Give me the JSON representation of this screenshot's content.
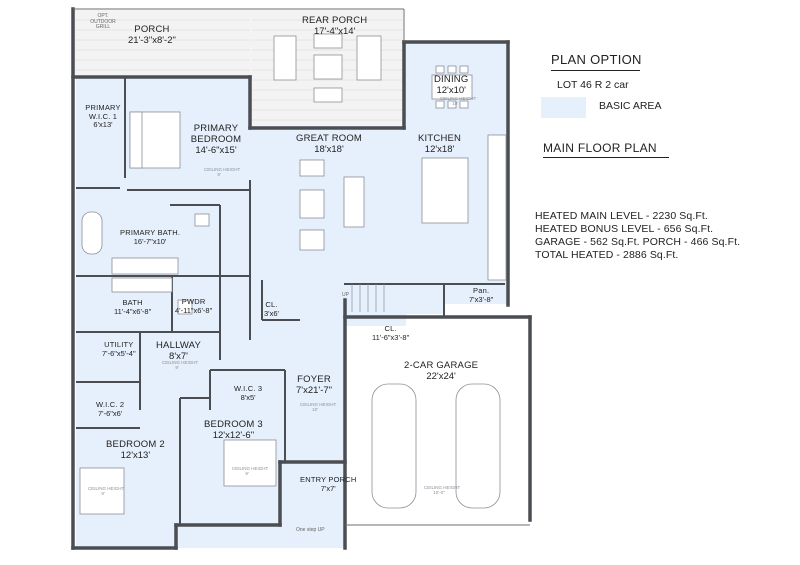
{
  "legend": {
    "plan_option": "PLAN OPTION",
    "lot": "LOT 46 R 2 car",
    "basic_area": "BASIC AREA",
    "basic_area_color": "#e6effc",
    "main_floor_plan": "MAIN FLOOR PLAN"
  },
  "stats": [
    "HEATED MAIN LEVEL - 2230 Sq.Ft.",
    "HEATED BONUS LEVEL - 656 Sq.Ft.",
    "GARAGE - 562 Sq.Ft. PORCH - 466 Sq.Ft.",
    "TOTAL HEATED - 2886 Sq.Ft."
  ],
  "colors": {
    "wall": "#4a4d52",
    "heated": "#e6effc",
    "unheated": "#ffffff",
    "porch_deck": "#f4f4f4"
  },
  "rooms": {
    "porch": {
      "name": "PORCH",
      "dims": "21'-3\"x8'-2\""
    },
    "rear_porch": {
      "name": "REAR PORCH",
      "dims": "17'-4\"x14'"
    },
    "primary_wic": {
      "name": "PRIMARY W.I.C. 1",
      "dims": "6'x13'"
    },
    "primary_bedroom": {
      "name": "PRIMARY BEDROOM",
      "dims": "14'-6\"x15'"
    },
    "great_room": {
      "name": "GREAT ROOM",
      "dims": "18'x18'"
    },
    "dining": {
      "name": "DINING",
      "dims": "12'x10'"
    },
    "kitchen": {
      "name": "KITCHEN",
      "dims": "12'x18'"
    },
    "primary_bath": {
      "name": "PRIMARY BATH.",
      "dims": "16'-7\"x10'"
    },
    "bath": {
      "name": "BATH",
      "dims": "11'-4\"x6'-8\""
    },
    "pwdr": {
      "name": "PWDR",
      "dims": "4'-11\"x6'-8\""
    },
    "cl_hall": {
      "name": "CL.",
      "dims": "3'x6'"
    },
    "pan": {
      "name": "Pan.",
      "dims": "7'x3'-8\""
    },
    "cl_stair": {
      "name": "CL.",
      "dims": "11'-6\"x3'-8\""
    },
    "utility": {
      "name": "UTILITY",
      "dims": "7'-6\"x5'-4\""
    },
    "hallway": {
      "name": "HALLWAY",
      "dims": "8'x7'"
    },
    "wic2": {
      "name": "W.I.C. 2",
      "dims": "7'-6\"x6'"
    },
    "wic3": {
      "name": "W.I.C. 3",
      "dims": "8'x5'"
    },
    "foyer": {
      "name": "FOYER",
      "dims": "7'x21'-7\""
    },
    "garage": {
      "name": "2-CAR GARAGE",
      "dims": "22'x24'"
    },
    "bedroom3": {
      "name": "BEDROOM 3",
      "dims": "12'x12'-6\""
    },
    "bedroom2": {
      "name": "BEDROOM 2",
      "dims": "12'x13'"
    },
    "entry_porch": {
      "name": "ENTRY PORCH",
      "dims": "7'x7'"
    }
  },
  "ceiling": {
    "label": "CEILING HEIGHT",
    "h9": "9'",
    "h10": "10'",
    "h10_0": "10'-0\""
  },
  "notes": {
    "grill": "OPT. OUTDOOR GRILL",
    "step": "One step UP",
    "up": "UP"
  }
}
